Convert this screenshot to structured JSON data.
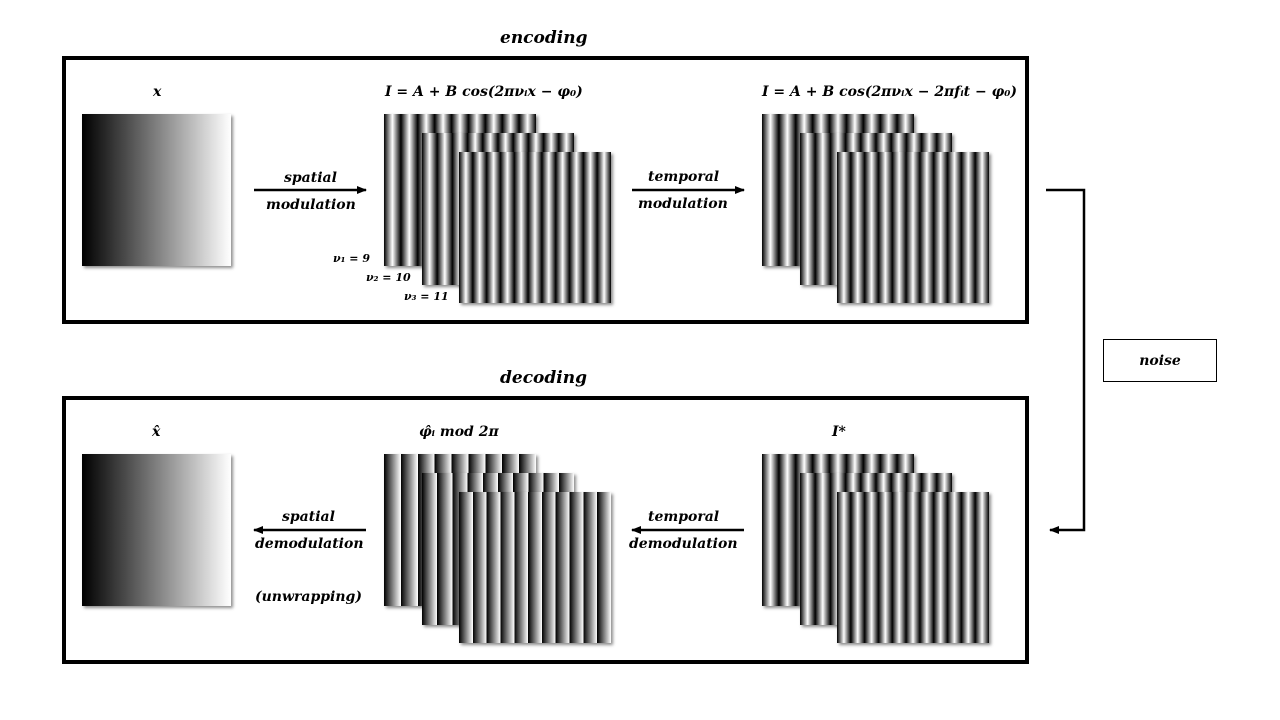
{
  "encoding": {
    "title": "encoding",
    "input_label": "x",
    "spatial_formula": "I = A + B cos(2πνᵢx − φ₀)",
    "temporal_formula": "I = A + B cos(2πνᵢx − 2πfᵢt − φ₀)",
    "arrow1_line1": "spatial",
    "arrow1_line2": "modulation",
    "arrow2_line1": "temporal",
    "arrow2_line2": "modulation",
    "frequencies": [
      {
        "label": "ν₁ = 9",
        "periods": 9
      },
      {
        "label": "ν₂ = 10",
        "periods": 10
      },
      {
        "label": "ν₃ = 11",
        "periods": 11
      }
    ]
  },
  "noise": {
    "label": "noise"
  },
  "decoding": {
    "title": "decoding",
    "output_label": "x̂",
    "phase_label": "φ̂ᵢ mod 2π",
    "received_label": "I*",
    "arrow1_line1": "temporal",
    "arrow1_line2": "demodulation",
    "arrow2_line1": "spatial",
    "arrow2_line2": "demodulation",
    "arrow2_note": "(unwrapping)"
  },
  "colors": {
    "line": "#000000",
    "background": "#ffffff"
  }
}
